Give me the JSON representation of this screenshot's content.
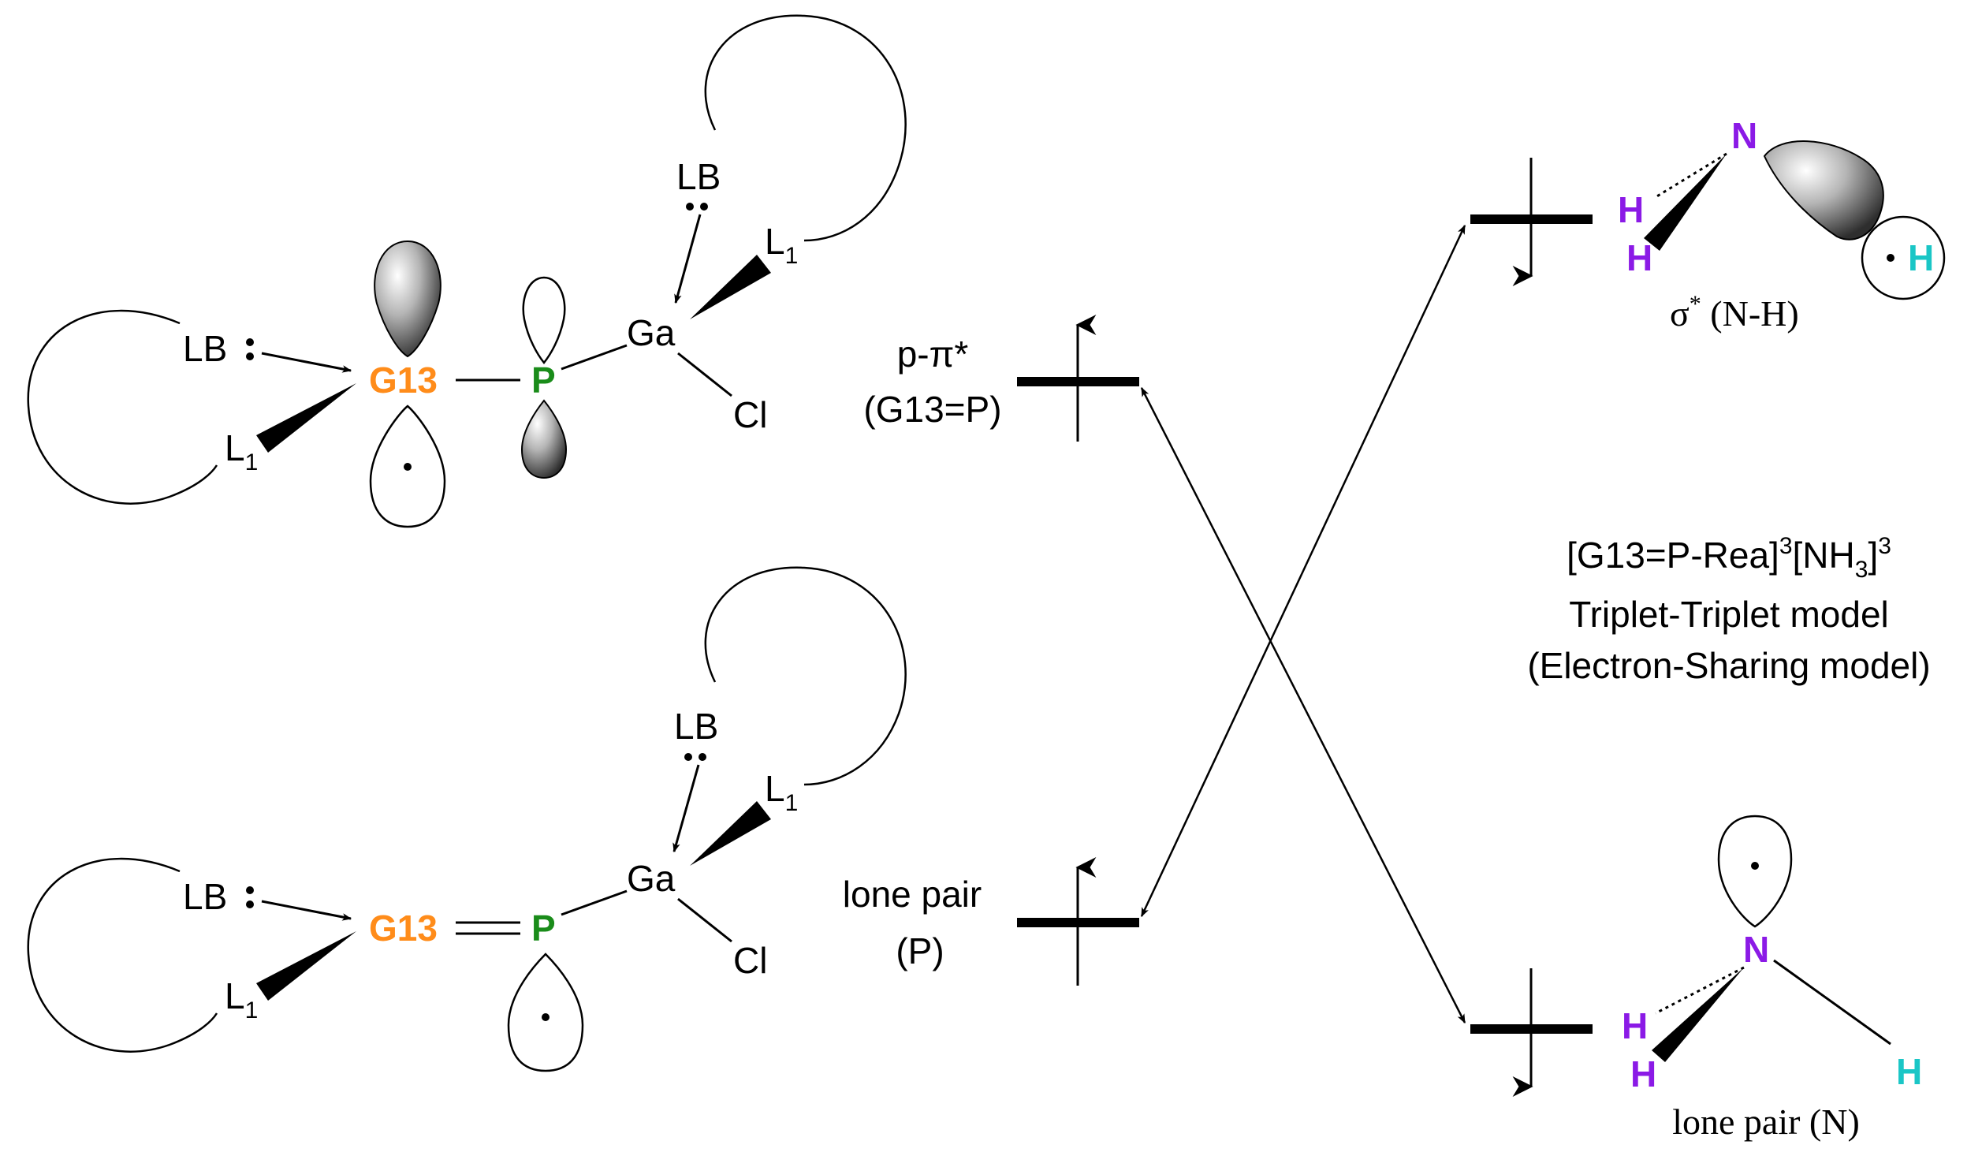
{
  "colors": {
    "group13": "#ff8c1a",
    "phosphorus": "#1a8c1a",
    "nitrogen_h": "#8b1ae6",
    "hydrogen_radical": "#1ac6c6",
    "bond": "#000000"
  },
  "upper_molecule": {
    "lewis_base": "LB",
    "ligand": "L",
    "ligand_sub": "1",
    "group13": "G13",
    "phosphorus": "P",
    "gallium": "Ga",
    "chlorine": "Cl",
    "ga_lewis_base": "LB",
    "ga_ligand": "L",
    "ga_ligand_sub": "1"
  },
  "lower_molecule": {
    "lewis_base": "LB",
    "ligand": "L",
    "ligand_sub": "1",
    "group13": "G13",
    "phosphorus": "P",
    "gallium": "Ga",
    "chlorine": "Cl",
    "ga_lewis_base": "LB",
    "ga_ligand": "L",
    "ga_ligand_sub": "1"
  },
  "orbital_labels": {
    "upper_left_line1": "p-π*",
    "upper_left_line2": "(G13=P)",
    "lower_left_line1": "lone pair",
    "lower_left_line2": "(P)",
    "upper_right_sigma": "σ",
    "upper_right_star": "*",
    "upper_right_rest": " (N-H)",
    "lower_right": "lone pair (N)"
  },
  "nh3_upper": {
    "n": "N",
    "h1": "H",
    "h2": "H",
    "h3": "H"
  },
  "nh3_lower": {
    "n": "N",
    "h1": "H",
    "h2": "H",
    "h3": "H"
  },
  "model": {
    "formula_a": "[G13=P-Rea]",
    "formula_a_sup": "3",
    "formula_b": "[NH",
    "formula_b_sub": "3",
    "formula_c": "]",
    "formula_c_sup": "3",
    "line2": "Triplet-Triplet model",
    "line3": "(Electron-Sharing model)"
  }
}
